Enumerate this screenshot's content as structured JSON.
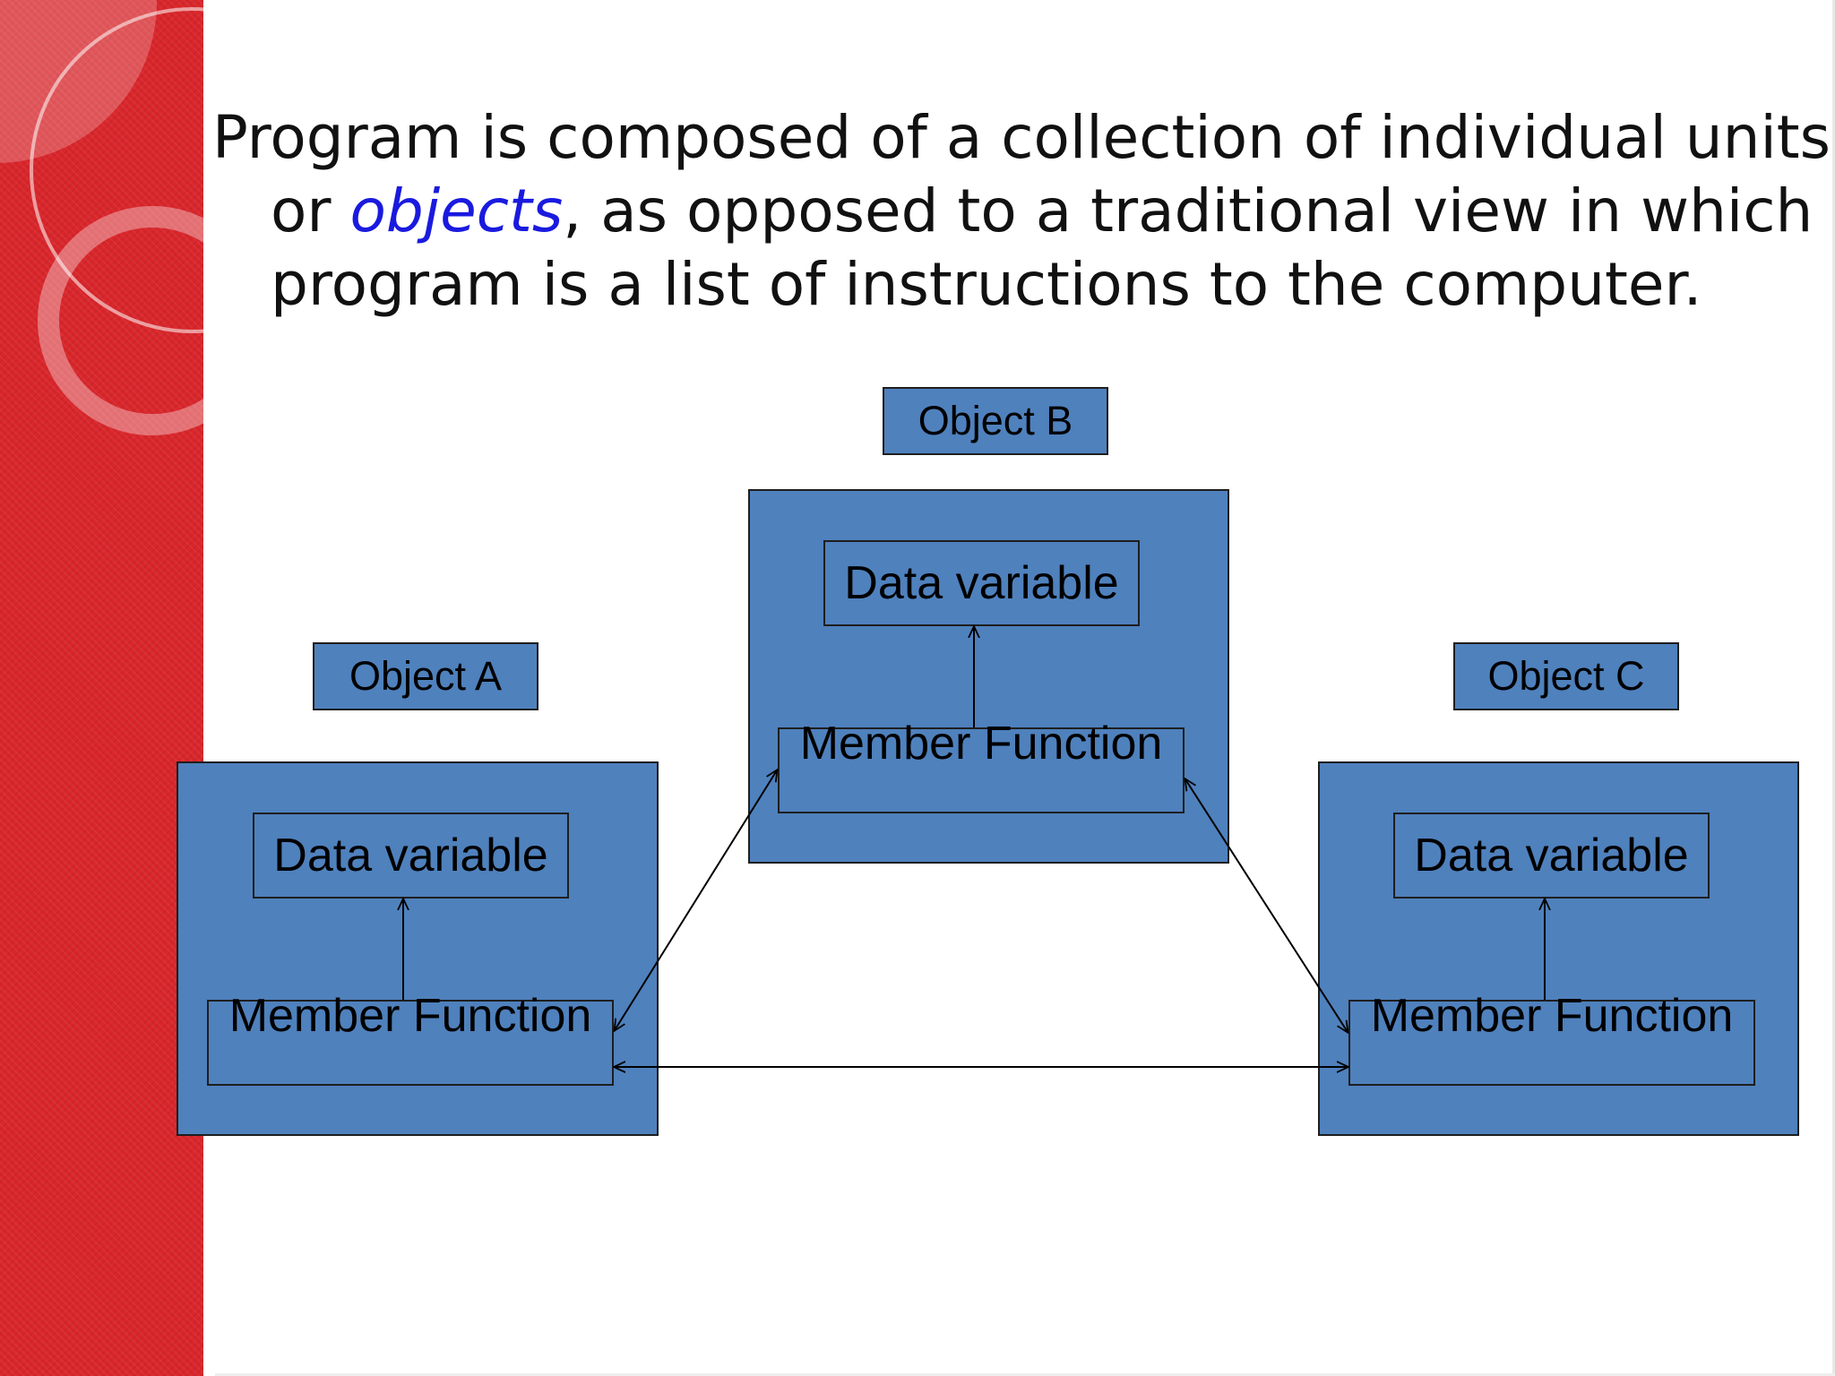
{
  "intro": {
    "part1": "Program is composed of a collection of individual units or ",
    "highlight": "objects",
    "part2": ", as opposed to a traditional view in which a program is a list of instructions to the computer."
  },
  "objects": {
    "a": {
      "label": "Object A",
      "data_variable": "Data variable",
      "member_function": "Member Function"
    },
    "b": {
      "label": "Object B",
      "data_variable": "Data variable",
      "member_function": "Member Function"
    },
    "c": {
      "label": "Object C",
      "data_variable": "Data variable",
      "member_function": "Member Function"
    }
  },
  "colors": {
    "accent_red": "#d9262b",
    "box_blue": "#4f81bd",
    "highlight_blue": "#1a1adf"
  }
}
